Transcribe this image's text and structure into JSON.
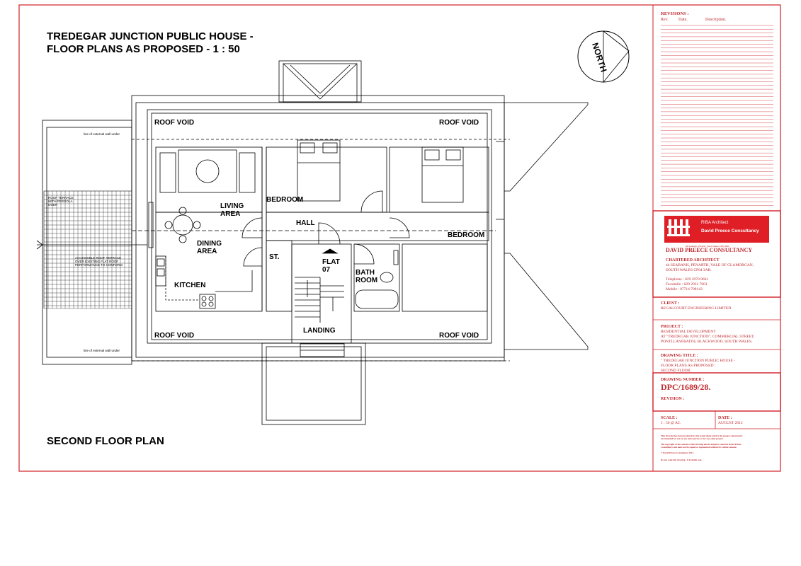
{
  "drawing": {
    "title_line1": "TREDEGAR JUNCTION PUBLIC HOUSE -",
    "title_line2": "FLOOR PLANS AS PROPOSED - 1 : 50",
    "plan_caption": "SECOND FLOOR PLAN",
    "north_label": "NORTH",
    "rooms": {
      "roof_void_tl": "ROOF VOID",
      "roof_void_tr": "ROOF VOID",
      "roof_void_bl": "ROOF VOID",
      "roof_void_br": "ROOF VOID",
      "living_1": "LIVING",
      "living_2": "AREA",
      "dining_1": "DINING",
      "dining_2": "AREA",
      "kitchen": "KITCHEN",
      "bedroom_1": "BEDROOM",
      "bedroom_2": "BEDROOM",
      "hall": "HALL",
      "store": "ST.",
      "flat_1": "FLAT",
      "flat_2": "07",
      "bath_1": "BATH",
      "bath_2": "ROOM",
      "landing": "LANDING"
    },
    "notes": {
      "ext_wall_top": "line of external wall under",
      "ext_wall_bottom": "line of external wall under",
      "roof_terrace_1": "ROOF TERRACE",
      "roof_terrace_2": "WITH PERGOLA",
      "roof_terrace_3": "OVER",
      "terrace_note_1": "ACCESSIBLE ROOF TERRACE",
      "terrace_note_2": "OVER EXISTING FLAT ROOF",
      "terrace_note_3": "PERFORMANCE TO CONFORM"
    }
  },
  "title_block": {
    "revisions_heading": "REVISIONS :",
    "rev_col": "Rev.",
    "date_col": "Date.",
    "desc_col": "Description.",
    "logo_line1": "RIBA Architect",
    "logo_line2": "David Preece Consultancy",
    "logo_line3": "44 Seabank, Penarth, South Wales CF64 3AR",
    "firm_name": "DAVID PREECE CONSULTANCY",
    "firm_role": "CHARTERED ARCHITECT",
    "address_1": "44 SEABANK, PENARTH, VALE OF GLAMORGAN,",
    "address_2": "SOUTH WALES CF64 3AR.",
    "telephone": "Telephone   : 029 2070 8661",
    "facsimile": "Facsimile    : 029 2031 7001",
    "mobile": "Mobile        : 07714 708143",
    "client_heading": "CLIENT :",
    "client": "REGALCOURT ENGINEERING LIMITED.",
    "project_heading": "PROJECT :",
    "project_1": "RESIDENTIAL DEVELOPMENT",
    "project_2": "AT \"TREDEGAR JUNCTION\", COMMERCIAL STREET,",
    "project_3": "PONTLLANFRAITH, BLACKWOOD, SOUTH WALES.",
    "drawing_title_heading": "DRAWING TITLE :",
    "drawing_title_1": "\" TREDEGAR JUNCTION PUBLIC HOUSE -",
    "drawing_title_2": "FLOOR PLANS AS PROPOSED :",
    "drawing_title_3": "SECOND FLOOR.",
    "drawing_number_heading": "DRAWING NUMBER :",
    "drawing_number": "DPC/1689/28.",
    "revision_heading": "REVISION :",
    "scale_heading": "SCALE :",
    "scale": "1 : 50 @ A2.",
    "date_heading": "DATE :",
    "date": "AUGUST 2012",
    "disclaimer_1": "This drawing has been produced for the stated client and for the project stated and is",
    "disclaimer_2": "not intended for use by any other person or for any other project.",
    "copyright_1": "The copyright of the content of this drawing and its design is vested in David Preece",
    "copyright_2": "Consultancy and must not be copied or reproduced without its written consent.",
    "copyright_3": "© David Preece Consultancy 2012.",
    "do_not_scale": "Do not scale this drawing - if in doubt, ask."
  },
  "colors": {
    "border": "#d02027",
    "ink": "#000000",
    "logo_bg": "#e01e26"
  }
}
